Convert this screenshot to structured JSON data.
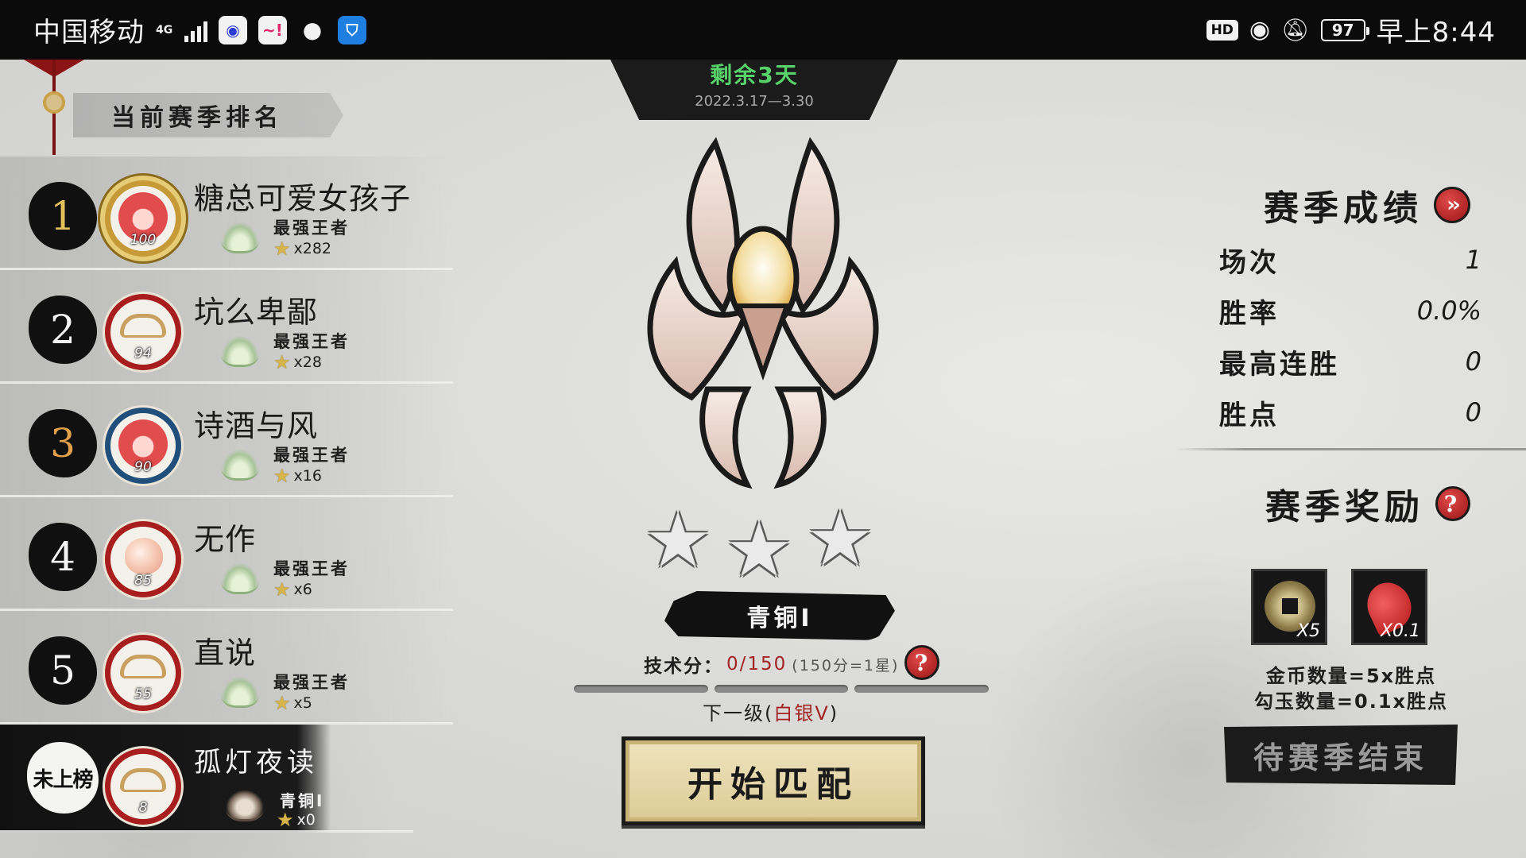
{
  "status_bar": {
    "carrier": "中国移动",
    "network": "4G",
    "hd": "HD",
    "battery": "97",
    "time": "早上8:44"
  },
  "countdown": {
    "remaining": "剩余3天",
    "date_range": "2022.3.17—3.30"
  },
  "ranking": {
    "title": "当前赛季排名",
    "entries": [
      {
        "rank": "1",
        "name": "糖总可爱女孩子",
        "level": "100",
        "tier": "最强王者",
        "stars": "x282"
      },
      {
        "rank": "2",
        "name": "坑么卑鄙",
        "level": "94",
        "tier": "最强王者",
        "stars": "x28"
      },
      {
        "rank": "3",
        "name": "诗酒与风",
        "level": "90",
        "tier": "最强王者",
        "stars": "x16"
      },
      {
        "rank": "4",
        "name": "无作",
        "level": "85",
        "tier": "最强王者",
        "stars": "x6"
      },
      {
        "rank": "5",
        "name": "直说",
        "level": "55",
        "tier": "最强王者",
        "stars": "x5"
      }
    ],
    "me": {
      "rank": "未上榜",
      "name": "孤灯夜读",
      "level": "8",
      "tier": "青铜Ⅰ",
      "stars": "x0"
    }
  },
  "center": {
    "current_tier": "青铜Ⅰ",
    "stars_total": 3,
    "stars_earned": 0,
    "skill_label": "技术分：",
    "skill_value": "0/150",
    "skill_rule": "(150分=1星)",
    "skill_progress": 0.0,
    "next_level_prefix": "下一级(",
    "next_level_tier": "白银Ⅴ",
    "next_level_suffix": ")",
    "match_button": "开始匹配"
  },
  "season_results": {
    "title": "赛季成绩",
    "rows": [
      {
        "label": "场次",
        "value": "1"
      },
      {
        "label": "胜率",
        "value": "0.0%"
      },
      {
        "label": "最高连胜",
        "value": "0"
      },
      {
        "label": "胜点",
        "value": "0"
      }
    ]
  },
  "season_rewards": {
    "title": "赛季奖励",
    "items": [
      {
        "icon": "coin-icon",
        "qty": "X5"
      },
      {
        "icon": "magatama-icon",
        "qty": "X0.1"
      }
    ],
    "note_line1": "金币数量=5x胜点",
    "note_line2": "勾玉数量=0.1x胜点",
    "end_button": "待赛季结束"
  },
  "colors": {
    "accent_red": "#a42424",
    "green_days": "#57d36a",
    "gold": "#d7b54a"
  }
}
